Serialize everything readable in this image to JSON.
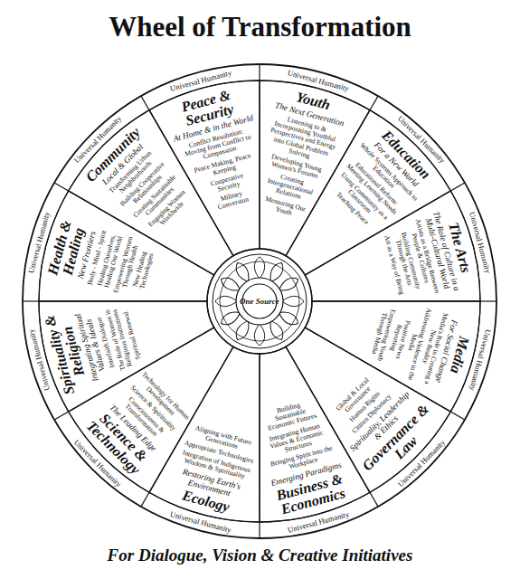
{
  "diagram": {
    "title": "Wheel of Transformation",
    "caption": "For Dialogue, Vision & Creative Initiatives",
    "nodes": [
      {
        "text": [
          "Peace & Security",
          "At Home & in the World",
          "Conflict Resolution: Moving from Conflict to Compassion",
          "Peace Making, Peace Keeping",
          "Cooperative Security",
          "Military Conversion"
        ]
      },
      {
        "text": [
          "Youth",
          "The Next Generation",
          "Listening to & Incorporating Youthful Perspectives and Energy into Global Problem Solving",
          "Developing Young Women's Forums",
          "Creating Intergenerational Relations",
          "Mentoring Our Youth"
        ]
      },
      {
        "text": [
          "Education",
          "For a New World",
          "Whole Systems Approach to Education",
          "Educational Reform: Meeting Learning Needs",
          "Using Community as a Classroom",
          "Teaching Peace"
        ]
      },
      {
        "text": [
          "The Arts",
          "The Role of Culture in a Multi-Cultural World",
          "Artists as a Bridge Between People & Cultures",
          "Building Community Through the Arts",
          "Art as a Way of Being"
        ]
      },
      {
        "text": [
          "Media",
          "For Social Change",
          "Media's Role in Creating a New Reality",
          "Addressing Violence in the Media",
          "Positive News Reporting",
          "Empowering Youth Through Media"
        ]
      },
      {
        "text": [
          "Governance & Law",
          "Spirituality, Leadership & Ethics",
          "Citizen Diplomacy",
          "Human Rights",
          "Global & Local Governance"
        ]
      },
      {
        "text": [
          "Business & Economics",
          "Emerging Paradigms",
          "Bringing Spirit into the Workplace",
          "Integrating Human Values & Economic Structures",
          "Building Sustainable Economic Futures"
        ]
      },
      {
        "text": [
          "Ecology",
          "Restoring Earth's Environment",
          "Integration of Indigenous Wisdom & Spirituality",
          "Appropriate Technologies",
          "Aligning with Future Generations"
        ]
      },
      {
        "text": [
          "Science & Technology",
          "The Leading Edge",
          "Consciousness & Transformation",
          "Science & Spirituality",
          "Technology for Human Development"
        ]
      },
      {
        "text": [
          "Spirituality & Religion",
          "Integrating Spiritual Values & Ideals",
          "Interfaith Dialogue",
          "The Role of Women in Religious Institutions",
          "Spiritual Renewal"
        ]
      },
      {
        "text": [
          "Health & Healing",
          "New Frontiers",
          "Body - Mind - Spirit",
          "Healing Ourselves, Healing Our World",
          "Empowering Women Through Health",
          "New Healing Technologies"
        ]
      },
      {
        "text": [
          "Community",
          "Local & Global",
          "Transforming Urban Neighborhoods",
          "Building Cooperative Relationships",
          "Creating Sustainable Communities",
          "Engaging Women Worldwide"
        ]
      },
      {
        "text": [
          "One Source"
        ]
      }
    ],
    "labels": [
      "Universal Humanity",
      "Universal Humanity",
      "Universal Humanity",
      "Universal Humanity",
      "Universal Humanity",
      "Universal Humanity",
      "Universal Humanity",
      "Universal Humanity",
      "Universal Humanity",
      "Universal Humanity",
      "Universal Humanity",
      "Universal Humanity"
    ]
  }
}
